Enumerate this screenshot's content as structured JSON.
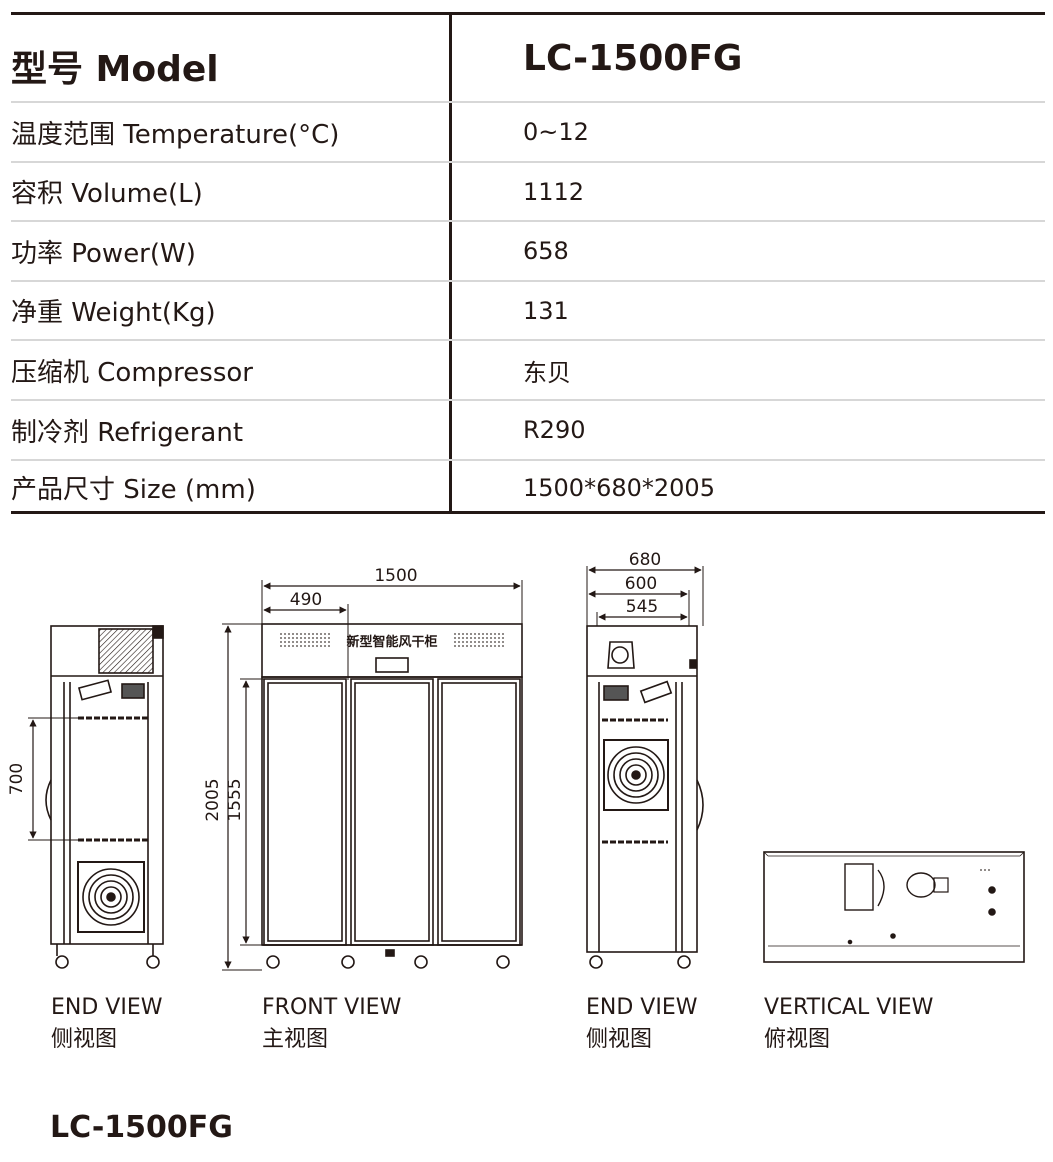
{
  "spec": {
    "header": {
      "label": "型号 Model",
      "value": "LC-1500FG"
    },
    "rows": [
      {
        "label": "温度范围 Temperature(°C)",
        "value": "0~12"
      },
      {
        "label": "容积 Volume(L)",
        "value": "1112"
      },
      {
        "label": "功率 Power(W)",
        "value": "658"
      },
      {
        "label": "净重 Weight(Kg)",
        "value": "131"
      },
      {
        "label": "压缩机 Compressor",
        "value": "东贝"
      },
      {
        "label": "制冷剂 Refrigerant",
        "value": "R290"
      },
      {
        "label": "产品尺寸 Size (mm)",
        "value": "1500*680*2005"
      }
    ]
  },
  "drawings": {
    "front_panel_text": "新型智能风干柜",
    "dims": {
      "width": "1500",
      "door_width": "490",
      "height": "2005",
      "door_height": "1555",
      "shelf_gap": "700",
      "depth": "680",
      "depth2": "600",
      "depth3": "545"
    },
    "captions": [
      {
        "en": "END VIEW",
        "zh": "侧视图"
      },
      {
        "en": "FRONT VIEW",
        "zh": "主视图"
      },
      {
        "en": "END VIEW",
        "zh": "侧视图"
      },
      {
        "en": "VERTICAL VIEW",
        "zh": "俯视图"
      }
    ]
  },
  "footer_model": "LC-1500FG",
  "colors": {
    "ink": "#231815",
    "grid": "#d7d7d7"
  }
}
